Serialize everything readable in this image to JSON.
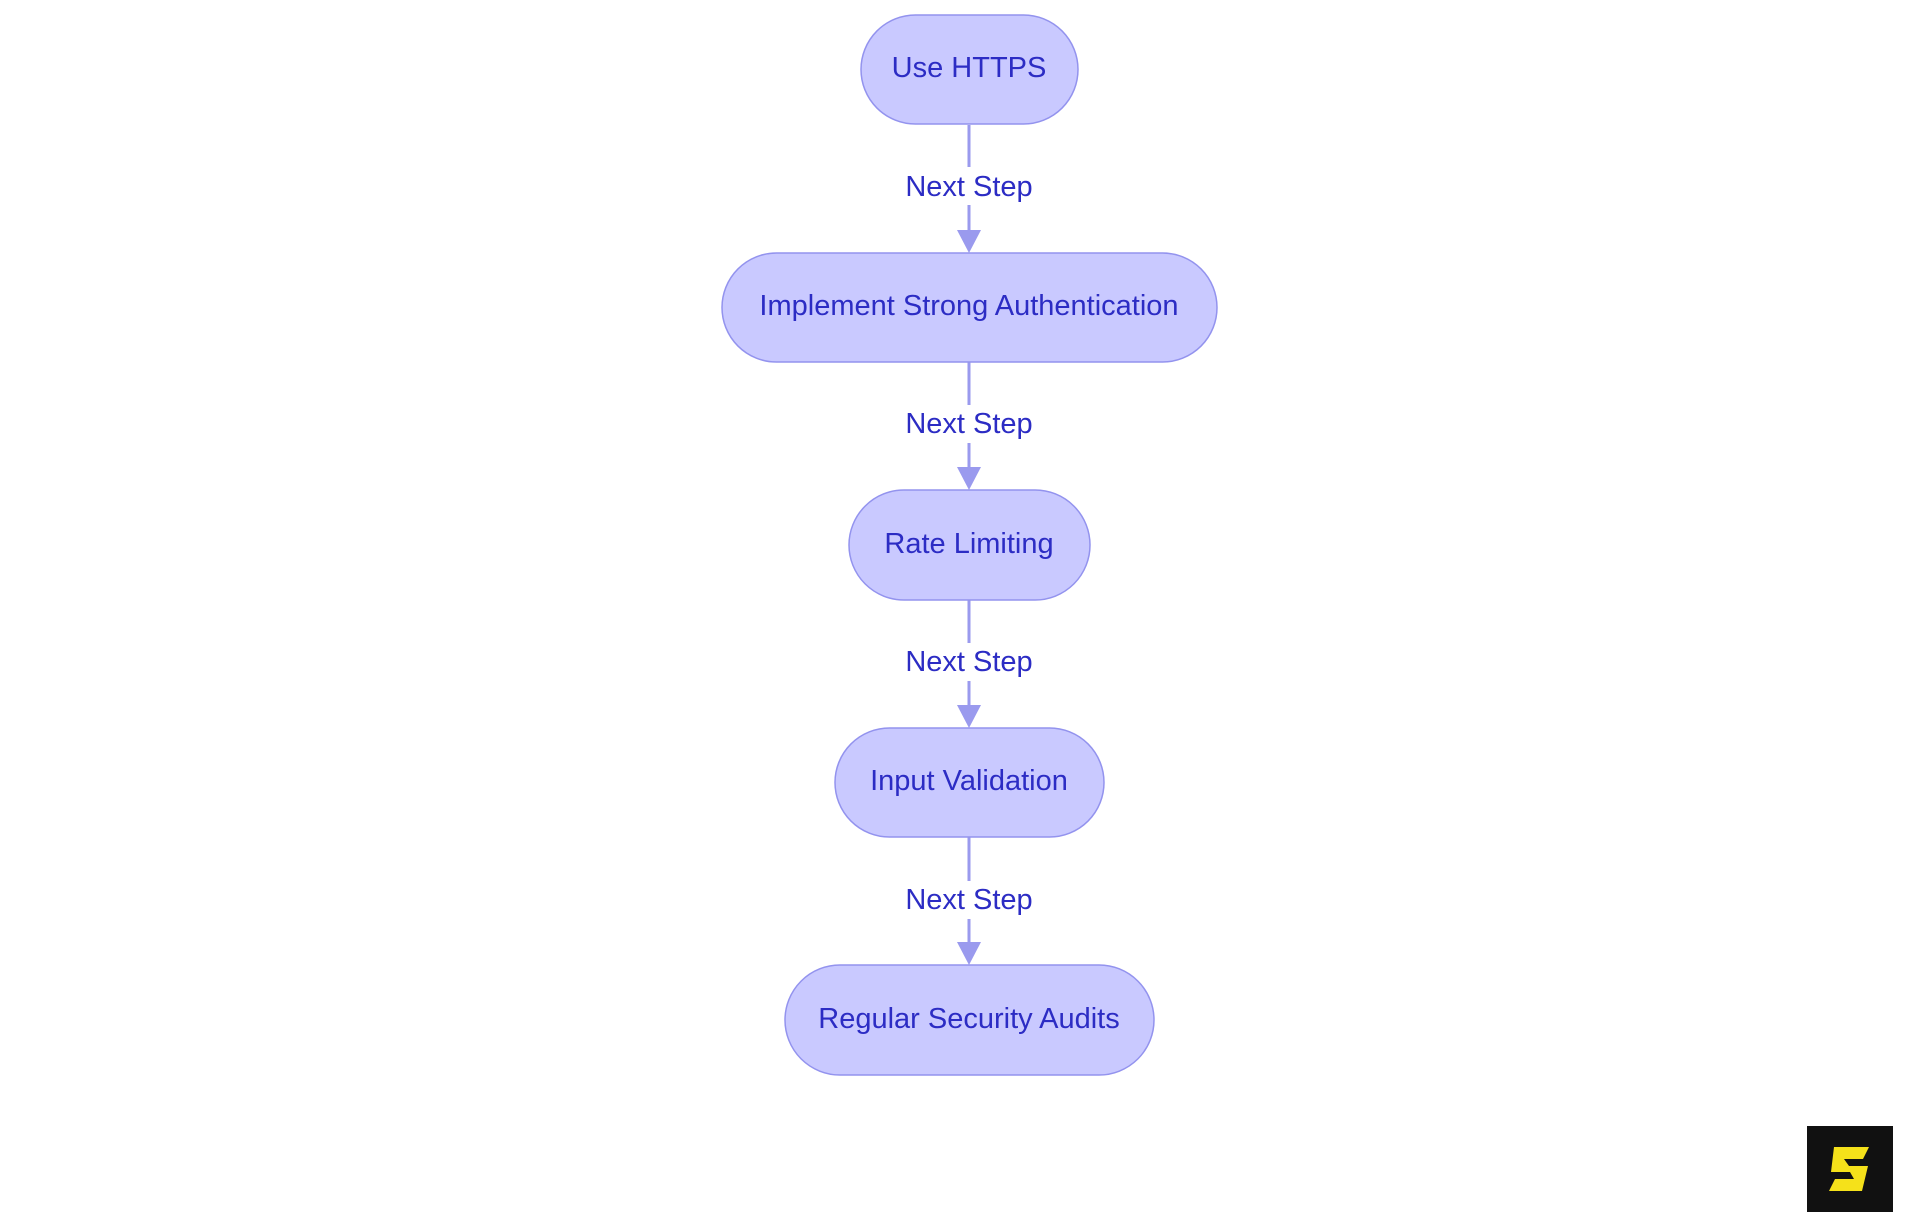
{
  "diagram": {
    "nodes": [
      {
        "id": "n1",
        "label": "Use HTTPS"
      },
      {
        "id": "n2",
        "label": "Implement Strong Authentication"
      },
      {
        "id": "n3",
        "label": "Rate Limiting"
      },
      {
        "id": "n4",
        "label": "Input Validation"
      },
      {
        "id": "n5",
        "label": "Regular Security Audits"
      }
    ],
    "edges": [
      {
        "from": "n1",
        "to": "n2",
        "label": "Next Step"
      },
      {
        "from": "n2",
        "to": "n3",
        "label": "Next Step"
      },
      {
        "from": "n3",
        "to": "n4",
        "label": "Next Step"
      },
      {
        "from": "n4",
        "to": "n5",
        "label": "Next Step"
      }
    ],
    "colors": {
      "node_fill": "#c9c9ff",
      "node_stroke": "#9393ee",
      "text": "#2c2cc4",
      "edge": "#9a9aee"
    }
  },
  "logo": {
    "icon": "s-logo-icon",
    "colors": {
      "background": "#111111",
      "mark": "#f5e11a"
    }
  }
}
